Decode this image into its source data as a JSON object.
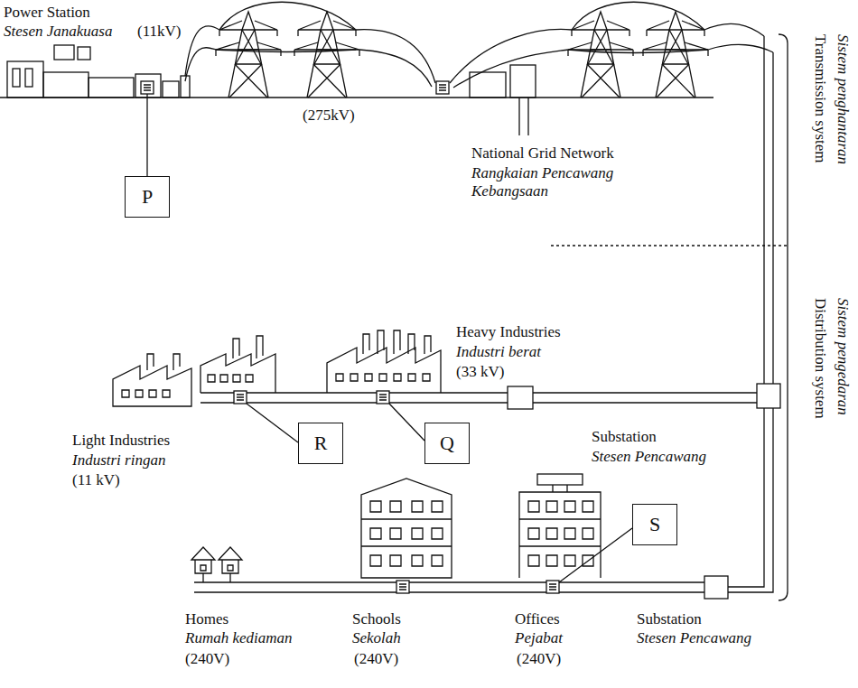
{
  "diagram": {
    "nodes": [
      {
        "text": [
          "P"
        ]
      },
      {
        "text": [
          "R"
        ]
      },
      {
        "text": [
          "Q"
        ]
      },
      {
        "text": [
          "S"
        ]
      }
    ],
    "labels": [
      "Power Station",
      "Stesen Janakuasa",
      "(11kV)",
      "(275kV)",
      "National Grid Network",
      "Rangkaian Pencawang Kebangsaan",
      "Transmission system",
      "Sistem penghantaran",
      "Heavy Industries",
      "Industri berat",
      "(33 kV)",
      "Light Industries",
      "Industri ringan",
      "(11 kV)",
      "Substation",
      "Stesen Pencawang",
      "Distribution system",
      "Sistem pengedaran",
      "Homes",
      "Rumah kediaman",
      "(240V)",
      "Schools",
      "Sekolah",
      "(240V)",
      "Offices",
      "Pejabat",
      "(240V)",
      "Substation",
      "Stesen Pencawang"
    ]
  }
}
